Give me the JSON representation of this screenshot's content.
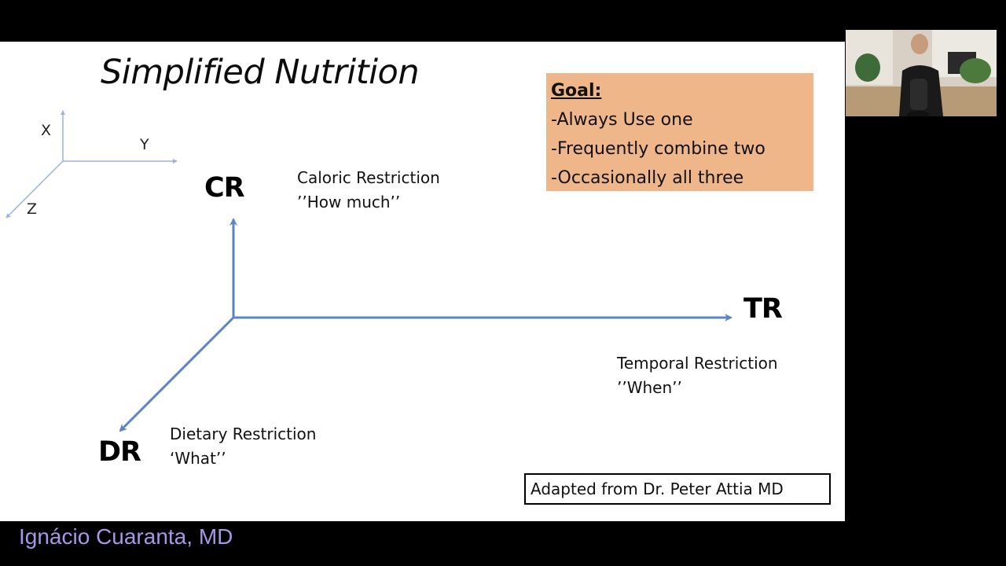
{
  "slide": {
    "title": "Simplified Nutrition",
    "goal_box": {
      "title": "Goal:",
      "lines": [
        "-Always Use one",
        "-Frequently combine two",
        "-Occasionally all three"
      ]
    },
    "mini_axes": {
      "x": "X",
      "y": "Y",
      "z": "Z"
    },
    "axes": {
      "cr": {
        "code": "CR",
        "name": "Caloric Restriction",
        "question": "’’How much’’"
      },
      "tr": {
        "code": "TR",
        "name": "Temporal Restriction",
        "question": "’’When’’"
      },
      "dr": {
        "code": "DR",
        "name": "Dietary Restriction",
        "question": "‘What’’"
      }
    },
    "credit": "Adapted from Dr. Peter Attia MD"
  },
  "presenter": {
    "name": "Ignácio Cuaranta, MD"
  },
  "colors": {
    "axis_arrow": "#5b84c4",
    "mini_axis": "#9db3d8",
    "goal_box_bg": "#efb68a",
    "presenter_name": "#a996e6"
  }
}
